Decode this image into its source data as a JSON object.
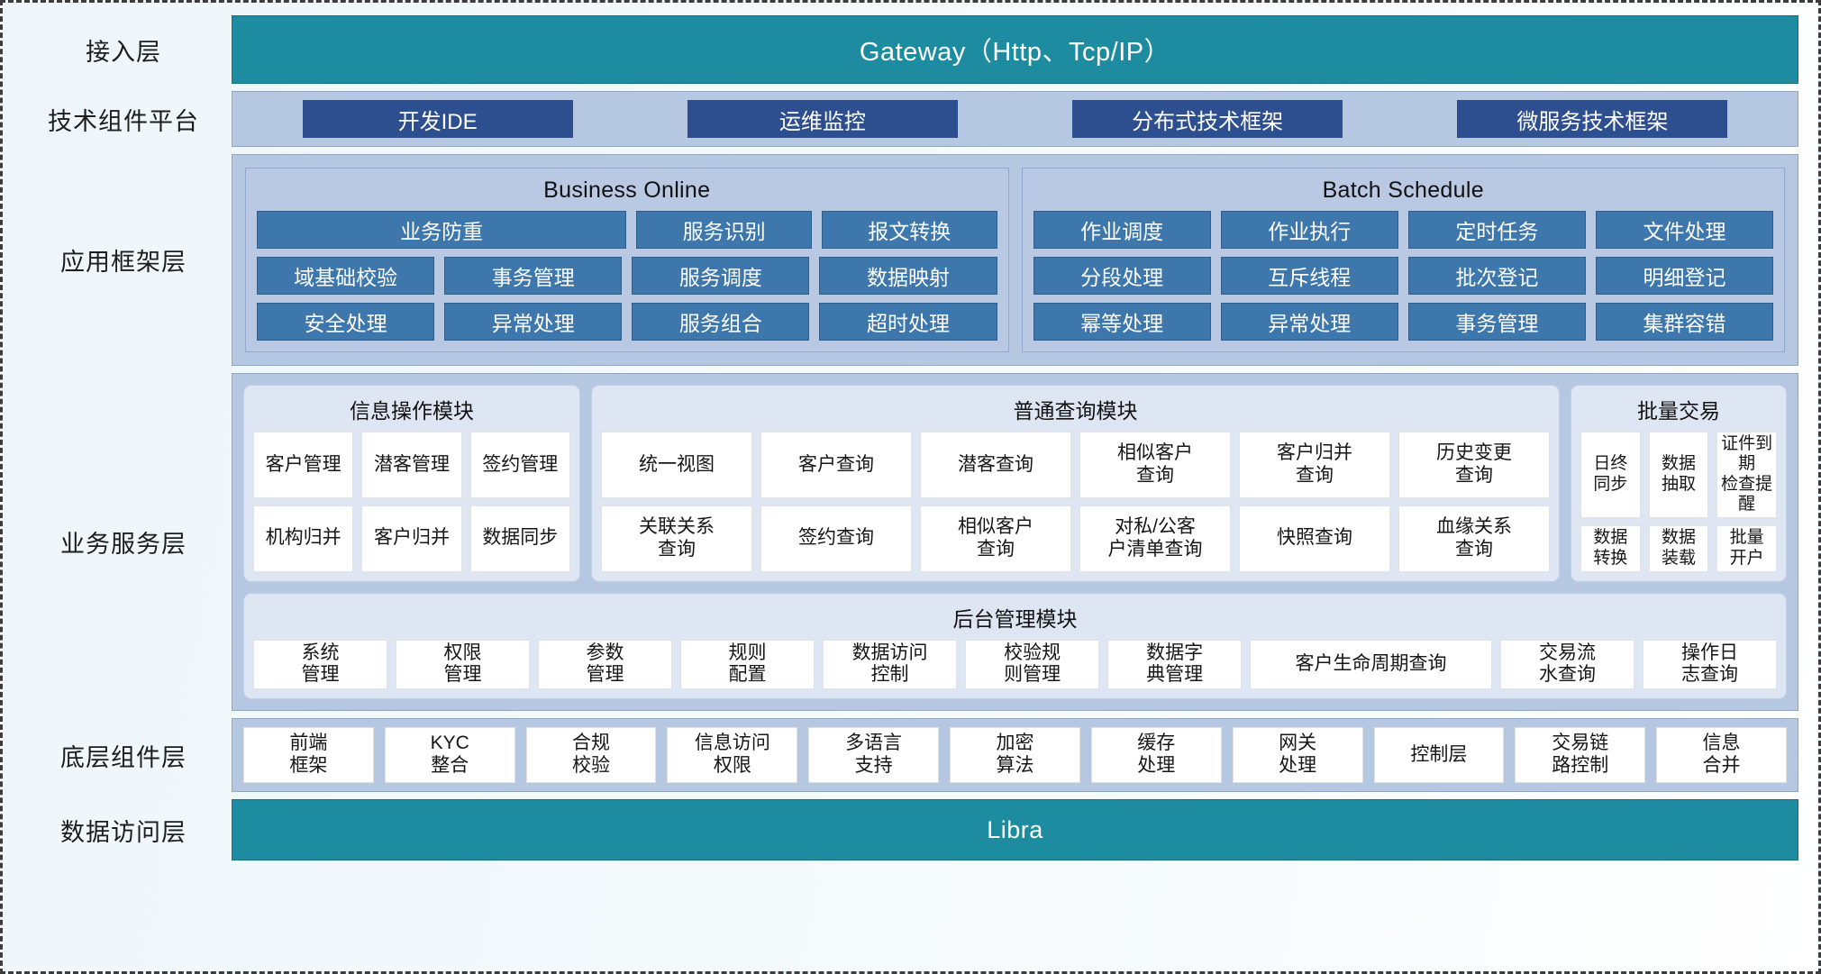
{
  "layers": {
    "access": {
      "label": "接入层",
      "bar": "Gateway（Http、Tcp/IP）"
    },
    "tech": {
      "label": "技术组件平台",
      "chips": [
        "开发IDE",
        "运维监控",
        "分布式技术框架",
        "微服务技术框架"
      ]
    },
    "app": {
      "label": "应用框架层",
      "groups": [
        {
          "title": "Business Online",
          "rows": [
            [
              "业务防重",
              "服务识别",
              "报文转换"
            ],
            [
              "域基础校验",
              "事务管理",
              "服务调度",
              "数据映射"
            ],
            [
              "安全处理",
              "异常处理",
              "服务组合",
              "超时处理"
            ]
          ]
        },
        {
          "title": "Batch Schedule",
          "rows": [
            [
              "作业调度",
              "作业执行",
              "定时任务",
              "文件处理"
            ],
            [
              "分段处理",
              "互斥线程",
              "批次登记",
              "明细登记"
            ],
            [
              "幂等处理",
              "异常处理",
              "事务管理",
              "集群容错"
            ]
          ]
        }
      ]
    },
    "biz": {
      "label": "业务服务层",
      "info_module": {
        "title": "信息操作模块",
        "rows": [
          [
            "客户管理",
            "潜客管理",
            "签约管理"
          ],
          [
            "机构归并",
            "客户归并",
            "数据同步"
          ]
        ]
      },
      "query_module": {
        "title": "普通查询模块",
        "rows": [
          [
            "统一视图",
            "客户查询",
            "潜客查询",
            "相似客户\n查询",
            "客户归并\n查询",
            "历史变更\n查询"
          ],
          [
            "关联关系\n查询",
            "签约查询",
            "相似客户\n查询",
            "对私/公客\n户清单查询",
            "快照查询",
            "血缘关系\n查询"
          ]
        ]
      },
      "batch_module": {
        "title": "批量交易",
        "rows": [
          [
            "日终\n同步",
            "数据\n抽取",
            "证件到期\n检查提醒"
          ],
          [
            "数据\n转换",
            "数据\n装载",
            "批量\n开户"
          ]
        ]
      },
      "admin_module": {
        "title": "后台管理模块",
        "cells": [
          "系统\n管理",
          "权限\n管理",
          "参数\n管理",
          "规则\n配置",
          "数据访问\n控制",
          "校验规\n则管理",
          "数据字\n典管理",
          "客户生命周期查询",
          "交易流\n水查询",
          "操作日\n志查询"
        ]
      }
    },
    "component": {
      "label": "底层组件层",
      "cells": [
        "前端\n框架",
        "KYC\n整合",
        "合规\n校验",
        "信息访问\n权限",
        "多语言\n支持",
        "加密\n算法",
        "缓存\n处理",
        "网关\n处理",
        "控制层",
        "交易链\n路控制",
        "信息\n合并"
      ]
    },
    "data": {
      "label": "数据访问层",
      "bar": "Libra"
    }
  },
  "colors": {
    "teal": "#1d8ca0",
    "dark_blue_chip": "#2e4f8f",
    "blue_cell": "#3d77ac",
    "panel_light": "#b6c7e2",
    "card_light": "#dfe6f3"
  }
}
